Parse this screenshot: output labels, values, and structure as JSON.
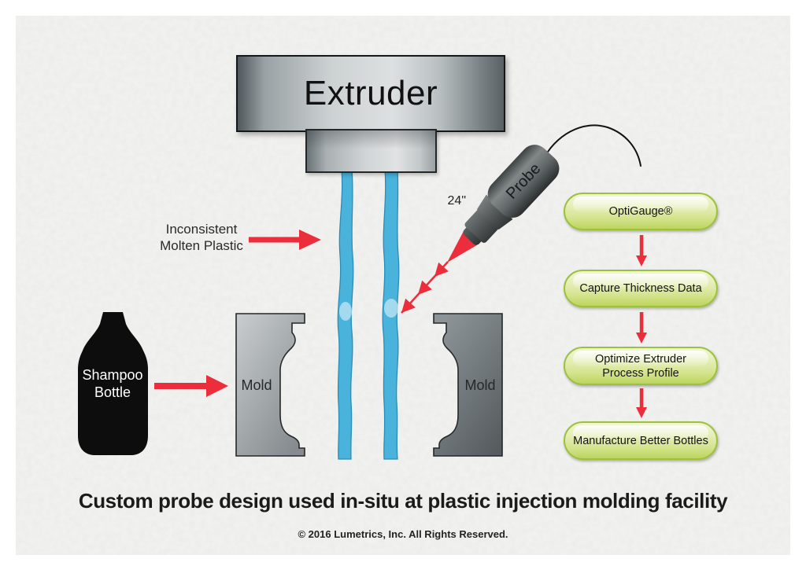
{
  "extruder": {
    "label": "Extruder"
  },
  "molten_label": {
    "line1": "Inconsistent",
    "line2": "Molten Plastic"
  },
  "probe": {
    "label": "Probe",
    "length_label": "24\""
  },
  "bottle": {
    "line1": "Shampoo",
    "line2": "Bottle"
  },
  "molds": {
    "left_label": "Mold",
    "right_label": "Mold"
  },
  "flowchart": {
    "steps": [
      "OptiGauge®",
      "Capture Thickness Data",
      "Optimize Extruder\nProcess Profile",
      "Manufacture Better Bottles"
    ]
  },
  "caption": "Custom probe design used in-situ at plastic injection molding facility",
  "copyright": "© 2016 Lumetrics, Inc. All Rights Reserved.",
  "colors": {
    "arrow_red": "#ec2d3b",
    "stream_blue": "#49b3dc",
    "stream_edge": "#2d8cb5",
    "pill_border": "#9cc13d",
    "pill_fill_bottom": "#bdd45f",
    "panel_background": "#f3f3f1",
    "mold_left_gray": "#b0b5b8",
    "mold_right_gray": "#6d7477",
    "probe_gray": "#5f6465",
    "bottle_black": "#0d0d0d"
  }
}
